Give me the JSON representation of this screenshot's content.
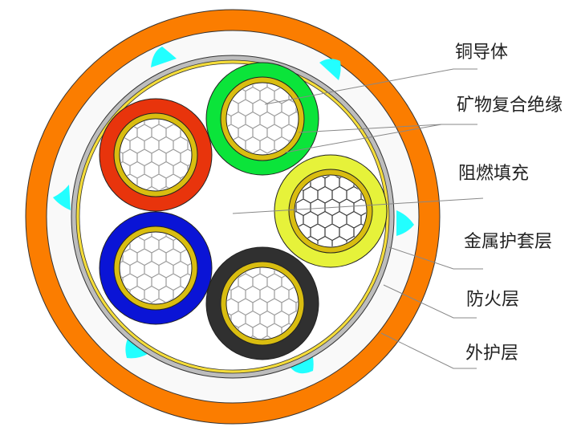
{
  "title": "Cable cross-section diagram",
  "labels": {
    "copper_conductor": "铜导体",
    "mineral_insulation": "矿物复合绝缘",
    "flame_retardant_filler": "阻燃填充",
    "metal_sheath": "金属护套层",
    "fireproof_layer": "防火层",
    "outer_sheath": "外护层"
  },
  "colors": {
    "outer_sheath": "#fb7d00",
    "fireproof_layer": "#f9f9f9",
    "metal_sheath": "#bdbdbd",
    "inner_tape": "#f5dd3a",
    "core_red": "#e8340c",
    "core_green": "#0be43a",
    "core_yellow_green": "#e6f23a",
    "core_blue": "#0a14d6",
    "core_black": "#303030",
    "insulation": "#d9bd10",
    "marker": "#22ffff"
  }
}
